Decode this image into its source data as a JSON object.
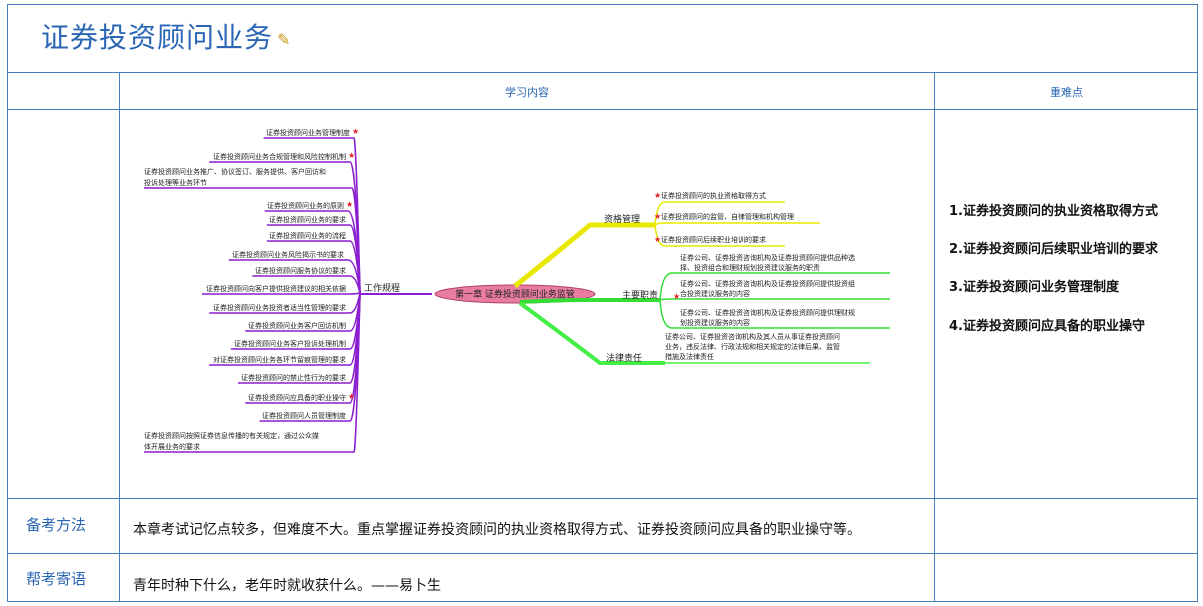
{
  "page": {
    "title": "证券投资顾问业务",
    "edit_icon": "edit-pencil-icon",
    "header_content": "学习内容",
    "header_keypoints": "重难点",
    "study_method_label": "备考方法",
    "study_method_text": "本章考试记忆点较多，但难度不大。重点掌握证券投资顾问的执业资格取得方式、证券投资顾问应具备的职业操守等。",
    "motto_label": "帮考寄语",
    "motto_text": "青年时种下什么，老年时就收获什么。——易卜生"
  },
  "keypoints": [
    "1.证券投资顾问的执业资格取得方式",
    "2.证券投资顾问后续职业培训的要求",
    "3.证券投资顾问业务管理制度",
    "4.证券投资顾问应具备的职业操守"
  ],
  "mindmap": {
    "center": "第一章 证券投资顾问业务监管",
    "left_branch": "工作规程",
    "left_items": [
      "证券投资顾问业务管理制度",
      "证券投资顾问业务合规管理和风险控制机制",
      "证券投资顾问业务推广、协议签订、服务提供、客户回访和",
      "投诉处理等业务环节",
      "证券投资顾问业务的原则",
      "证券投资顾问业务的要求",
      "证券投资顾问业务的流程",
      "证券投资顾问业务风险揭示书的要求",
      "证券投资顾问服务协议的要求",
      "证券投资顾问向客户提供投资建议的相关依据",
      "证券投资顾问业务投资者适当性管理的要求",
      "证券投资顾问业务客户回访机制",
      "证券投资顾问业务客户投诉处理机制",
      "对证券投资顾问业务各环节留痕管理的要求",
      "证券投资顾问的禁止性行为的要求",
      "证券投资顾问应具备的职业操守",
      "证券投资顾问人员管理制度",
      "证券投资顾问按照证券信息传播的有关规定，通过公众媒",
      "体开展业务的要求"
    ],
    "right_branches": [
      {
        "label": "资格管理",
        "items": [
          "证券投资顾问的执业资格取得方式",
          "证券投资顾问的监管、自律管理和机构管理",
          "证券投资顾问后续职业培训的要求"
        ]
      },
      {
        "label": "主要职责",
        "items": [
          "证券公司、证券投资咨询机构及证券投资顾问提供品种选",
          "择、投资组合和理财规划投资建议服务的职责",
          "证券公司、证券投资咨询机构及证券投资顾问提供投资组",
          "合投资建议服务的内容",
          "证券公司、证券投资咨询机构及证券投资顾问提供理财规",
          "划投资建议服务的内容"
        ]
      },
      {
        "label": "法律责任",
        "items": [
          "证券公司、证券投资咨询机构及其人员从事证券投资顾问",
          "业务，违反法律、行政法规和相关规定的法律后果、监管",
          "措施及法律责任"
        ]
      }
    ],
    "colors": {
      "left": "#8a1fd0",
      "qual": "#e8e800",
      "duty": "#33dd33",
      "legal": "#44ee44",
      "center_fill": "#e87da0"
    }
  }
}
